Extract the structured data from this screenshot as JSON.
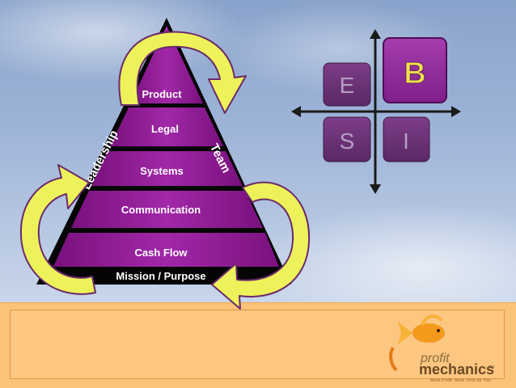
{
  "pyramid": {
    "levels": [
      "Product",
      "Legal",
      "Systems",
      "Communication",
      "Cash Flow"
    ],
    "base_label": "Mission / Purpose",
    "left_side_label": "Leadership",
    "right_side_label": "Team"
  },
  "quadrant": {
    "top_left": "E",
    "top_right": "B",
    "bottom_left": "S",
    "bottom_right": "I"
  },
  "logo": {
    "line1": "profit",
    "line2": "mechanics",
    "tagline": "More Profit. More Time for You",
    "mark": "TM"
  },
  "colors": {
    "purple": "#8a1a8c",
    "arrow_yellow": "#eef25a",
    "band_orange": "#fbc27a"
  }
}
